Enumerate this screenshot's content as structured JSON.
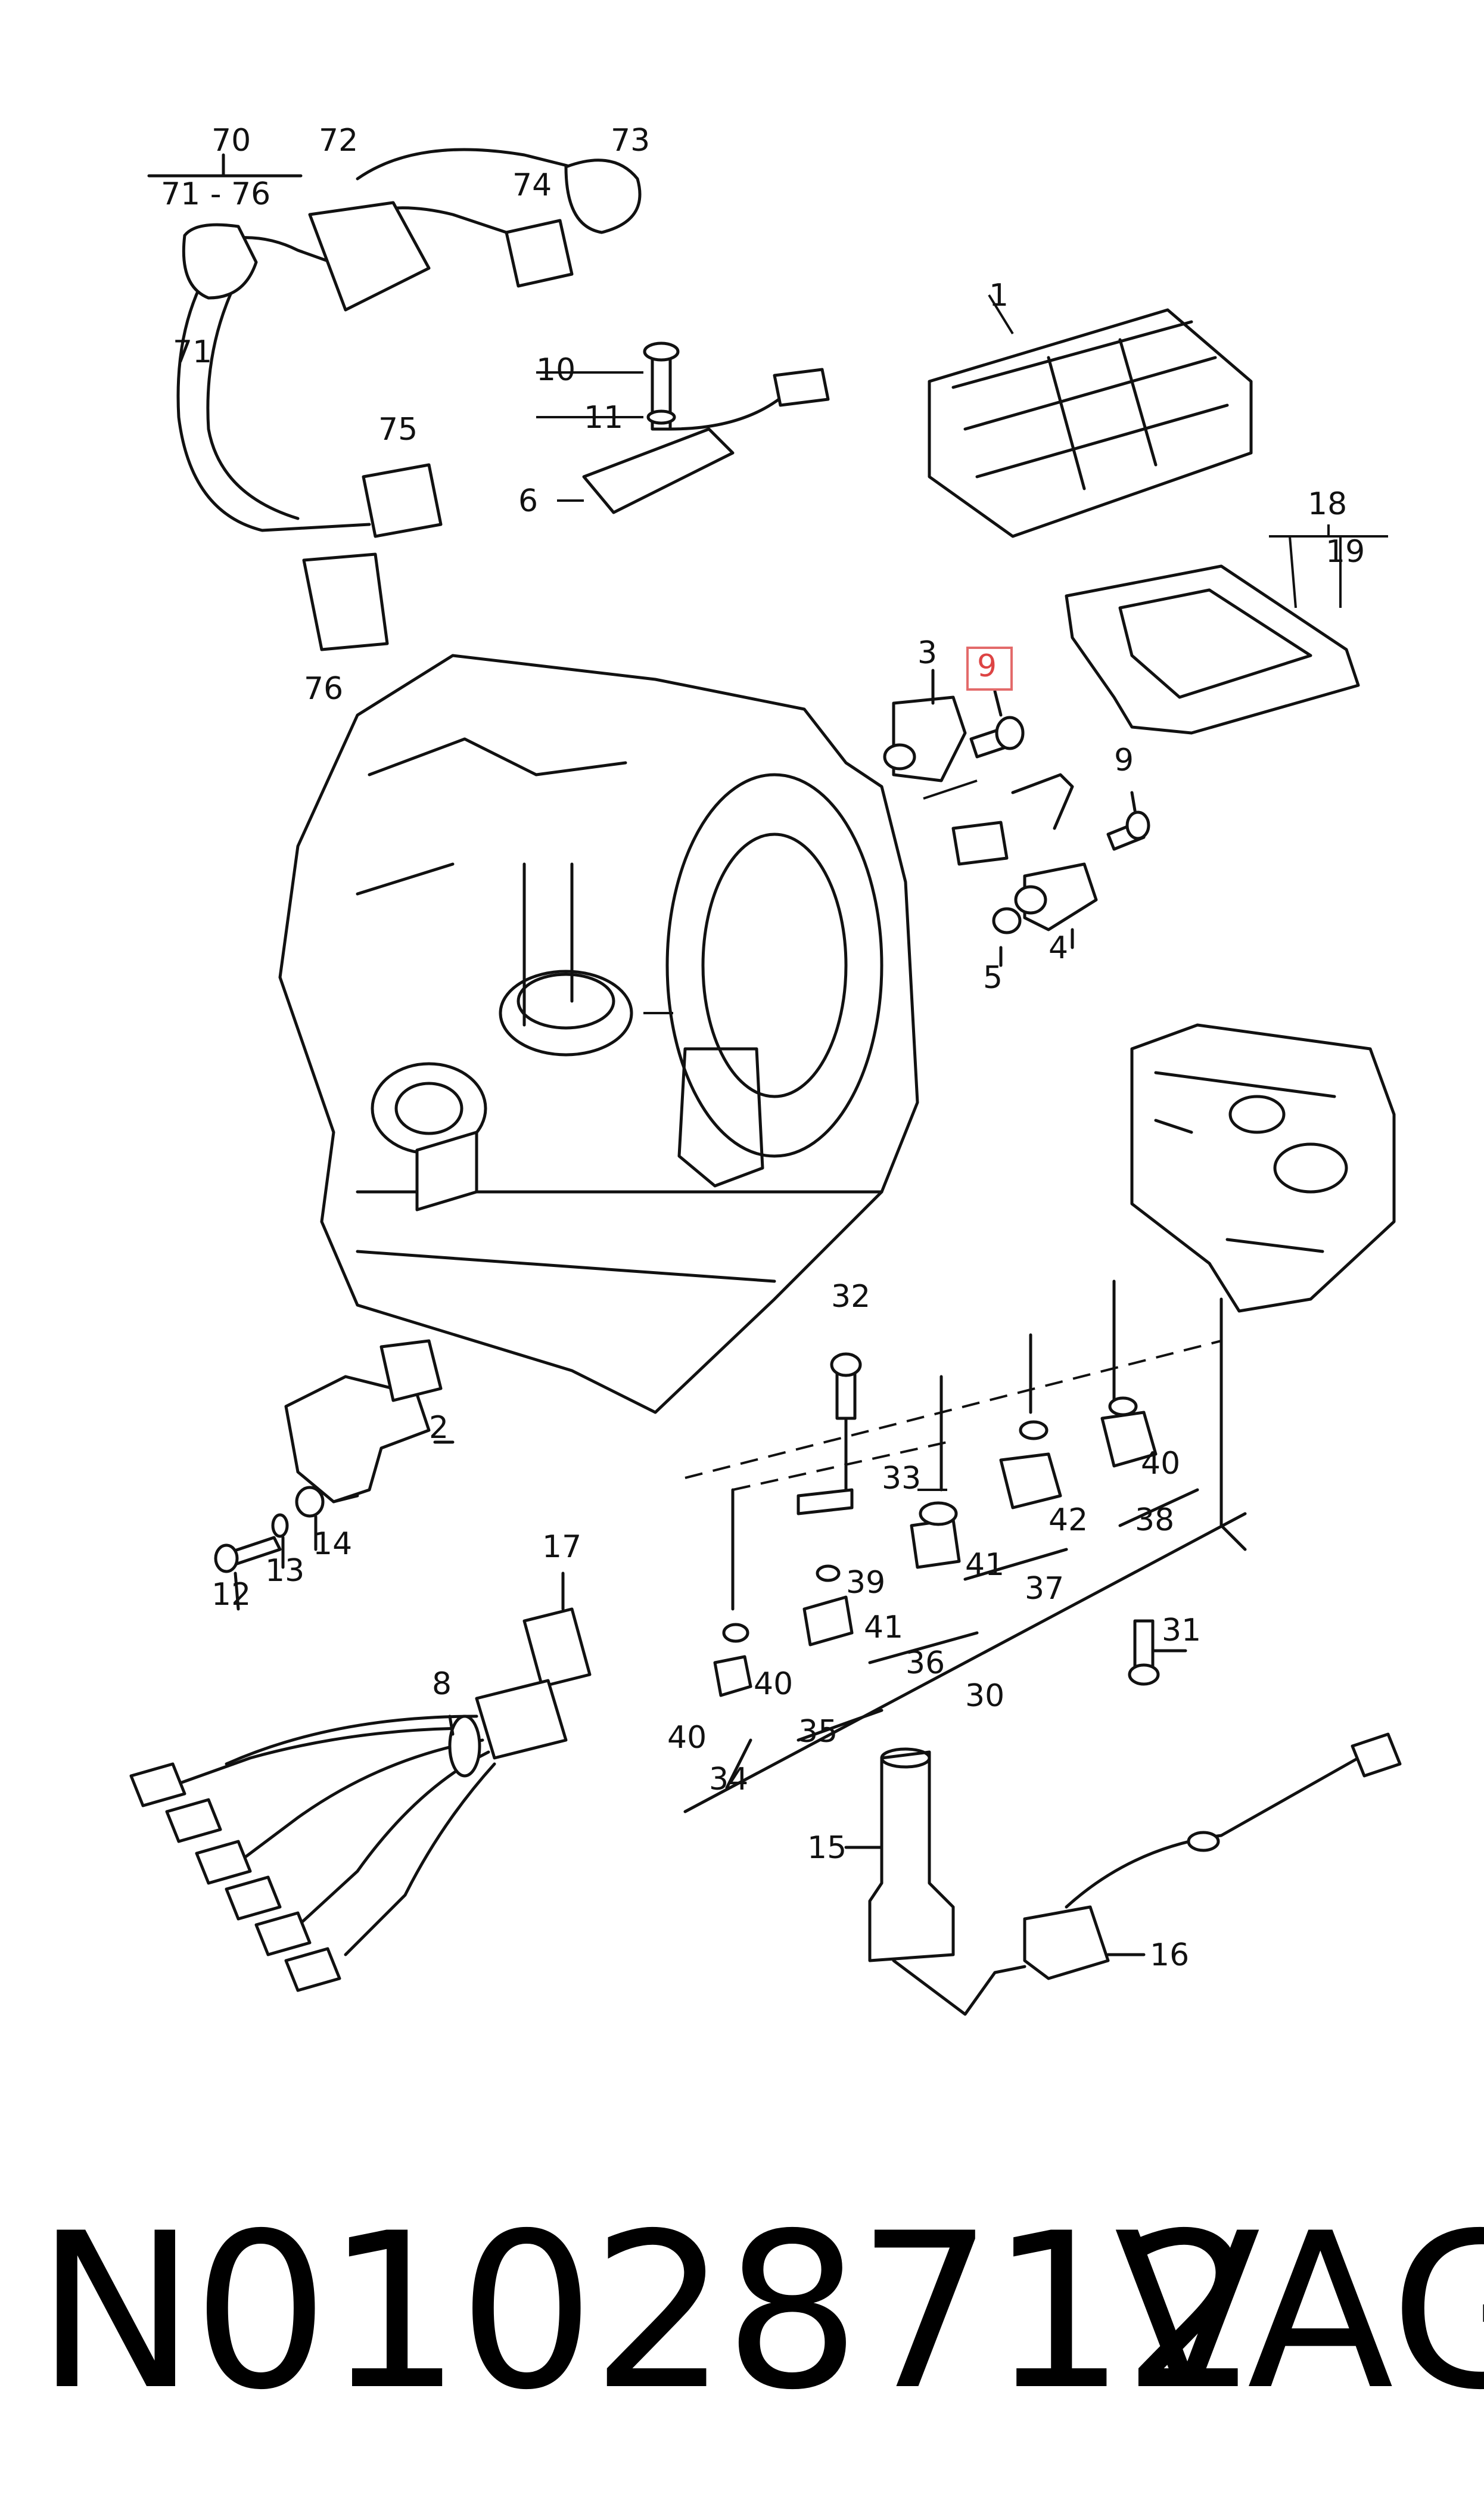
{
  "diagram": {
    "labels": {
      "l1": "1",
      "l2": "2",
      "l3": "3",
      "l4": "4",
      "l5": "5",
      "l6": "6",
      "l8": "8",
      "l9a": "9",
      "l9b": "9",
      "l10": "10",
      "l11": "11",
      "l12": "12",
      "l13": "13",
      "l14": "14",
      "l15": "15",
      "l16": "16",
      "l17": "17",
      "l18": "18",
      "l19": "19",
      "l30": "30",
      "l31": "31",
      "l32": "32",
      "l33": "33",
      "l34": "34",
      "l35": "35",
      "l36": "36",
      "l37": "37",
      "l38": "38",
      "l39": "39",
      "l40a": "40",
      "l40b": "40",
      "l40c": "40",
      "l41a": "41",
      "l41b": "41",
      "l42": "42",
      "l70": "70",
      "l71range": "71 - 76",
      "l71": "71",
      "l72": "72",
      "l73": "73",
      "l74": "74",
      "l75": "75",
      "l76": "76"
    },
    "highlight_label": "9"
  },
  "footer": {
    "part_number": "N01028712",
    "brand": "VAG"
  }
}
